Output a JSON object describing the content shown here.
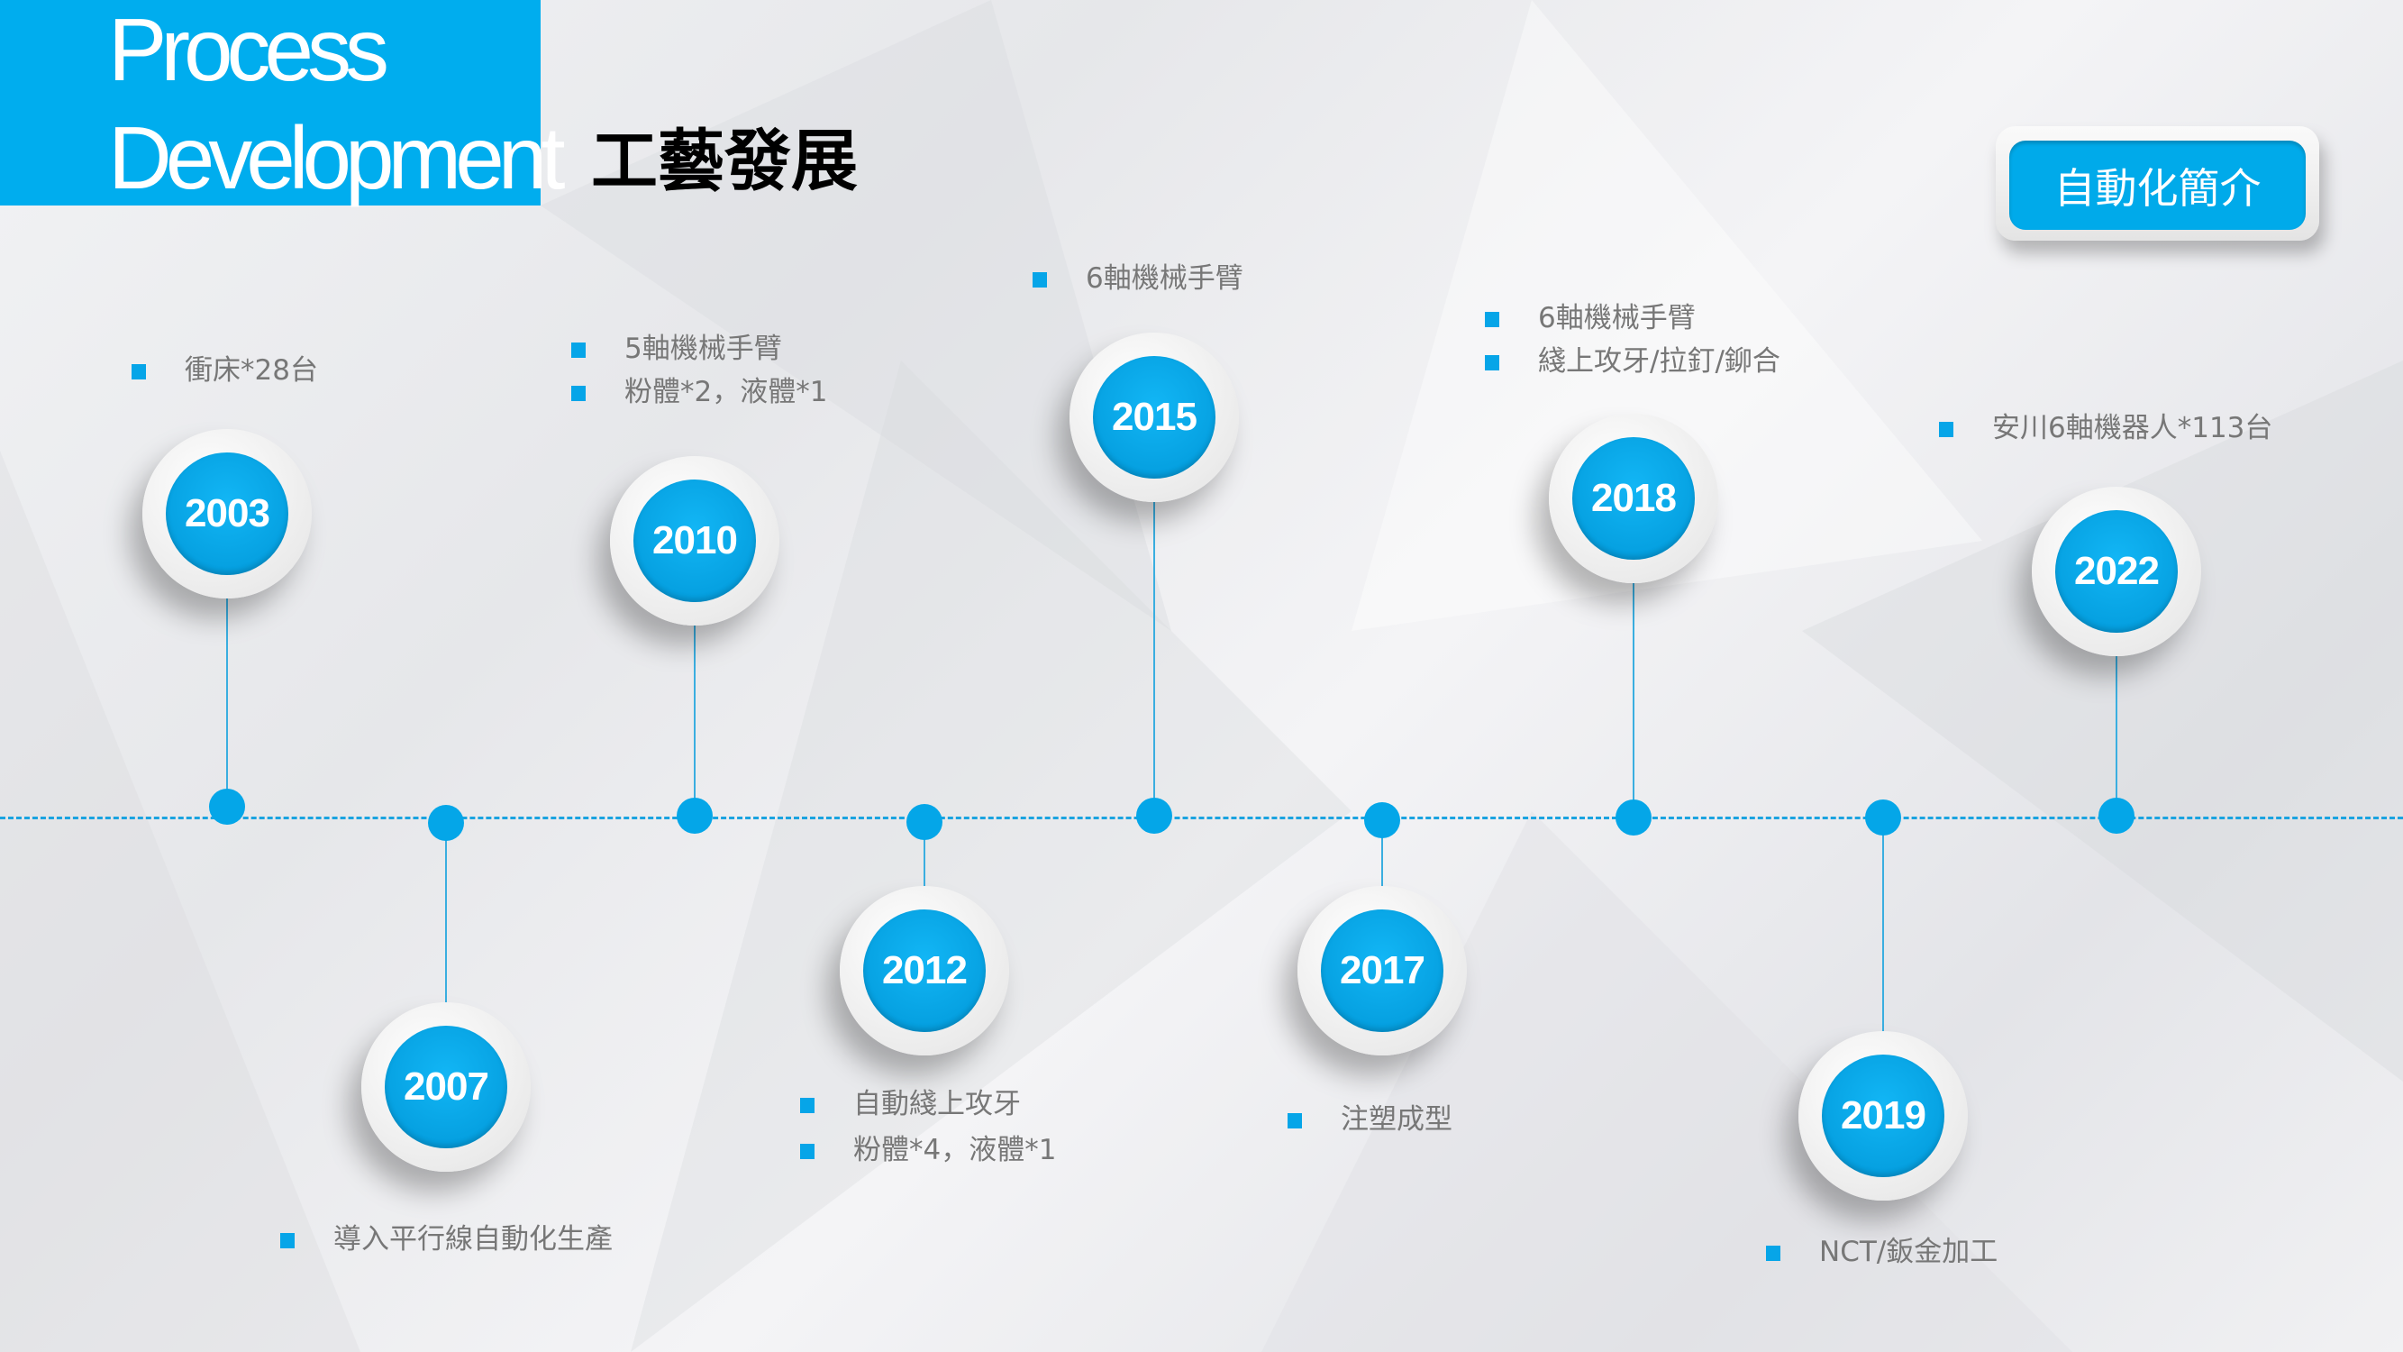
{
  "header": {
    "title_en_line1": "Process",
    "title_en_line2": "Development",
    "title_zh": "工藝發展"
  },
  "nav_button": {
    "label": "自動化簡介"
  },
  "accent_color": "#00adee",
  "milestones": [
    {
      "year": "2003",
      "notes": [
        "衝床*28台"
      ]
    },
    {
      "year": "2007",
      "notes": [
        "導入平行線自動化生產"
      ]
    },
    {
      "year": "2010",
      "notes": [
        "5軸機械手臂",
        "粉體*2，液體*1"
      ]
    },
    {
      "year": "2012",
      "notes": [
        "自動綫上攻牙",
        "粉體*4，液體*1"
      ]
    },
    {
      "year": "2015",
      "notes": [
        "6軸機械手臂"
      ]
    },
    {
      "year": "2017",
      "notes": [
        "注塑成型"
      ]
    },
    {
      "year": "2018",
      "notes": [
        "6軸機械手臂",
        "綫上攻牙/拉釘/鉚合"
      ]
    },
    {
      "year": "2019",
      "notes": [
        "NCT/鈑金加工"
      ]
    },
    {
      "year": "2022",
      "notes": [
        "安川6軸機器人*113台"
      ]
    }
  ]
}
